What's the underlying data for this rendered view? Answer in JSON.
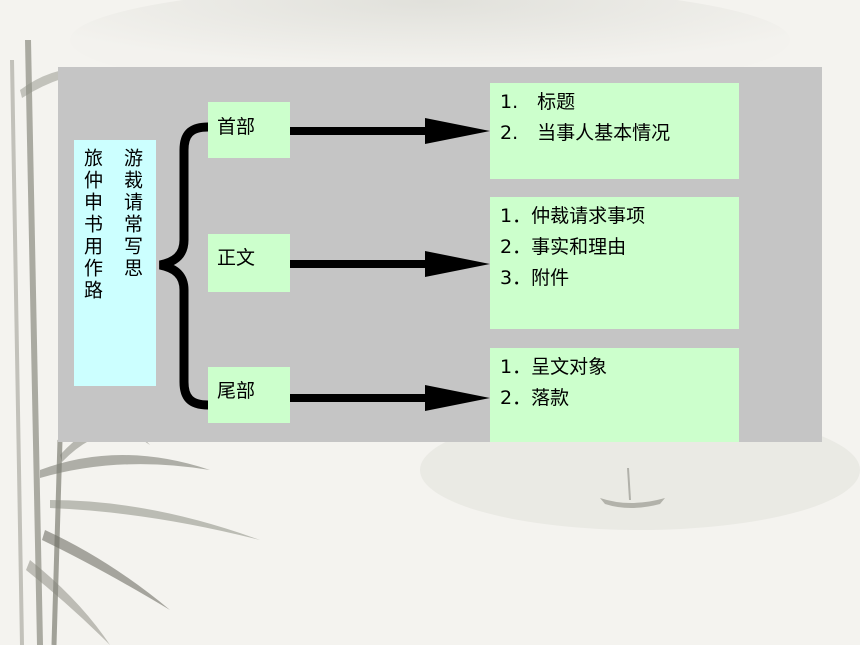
{
  "diagram": {
    "title_col1": "游裁请常写思",
    "title_col2": "旅仲申书用作路",
    "sections": [
      {
        "label": "首部",
        "items": [
          "1.　标题",
          "2.　当事人基本情况"
        ]
      },
      {
        "label": "正文",
        "items": [
          "1．仲裁请求事项",
          "2．事实和理由",
          "3．附件"
        ]
      },
      {
        "label": "尾部",
        "items": [
          "1．呈文对象",
          "2．落款"
        ]
      }
    ]
  },
  "colors": {
    "panel": "#c5c5c5",
    "title_box": "#ccffff",
    "section_box": "#ccffcc",
    "arrow": "#000000"
  }
}
